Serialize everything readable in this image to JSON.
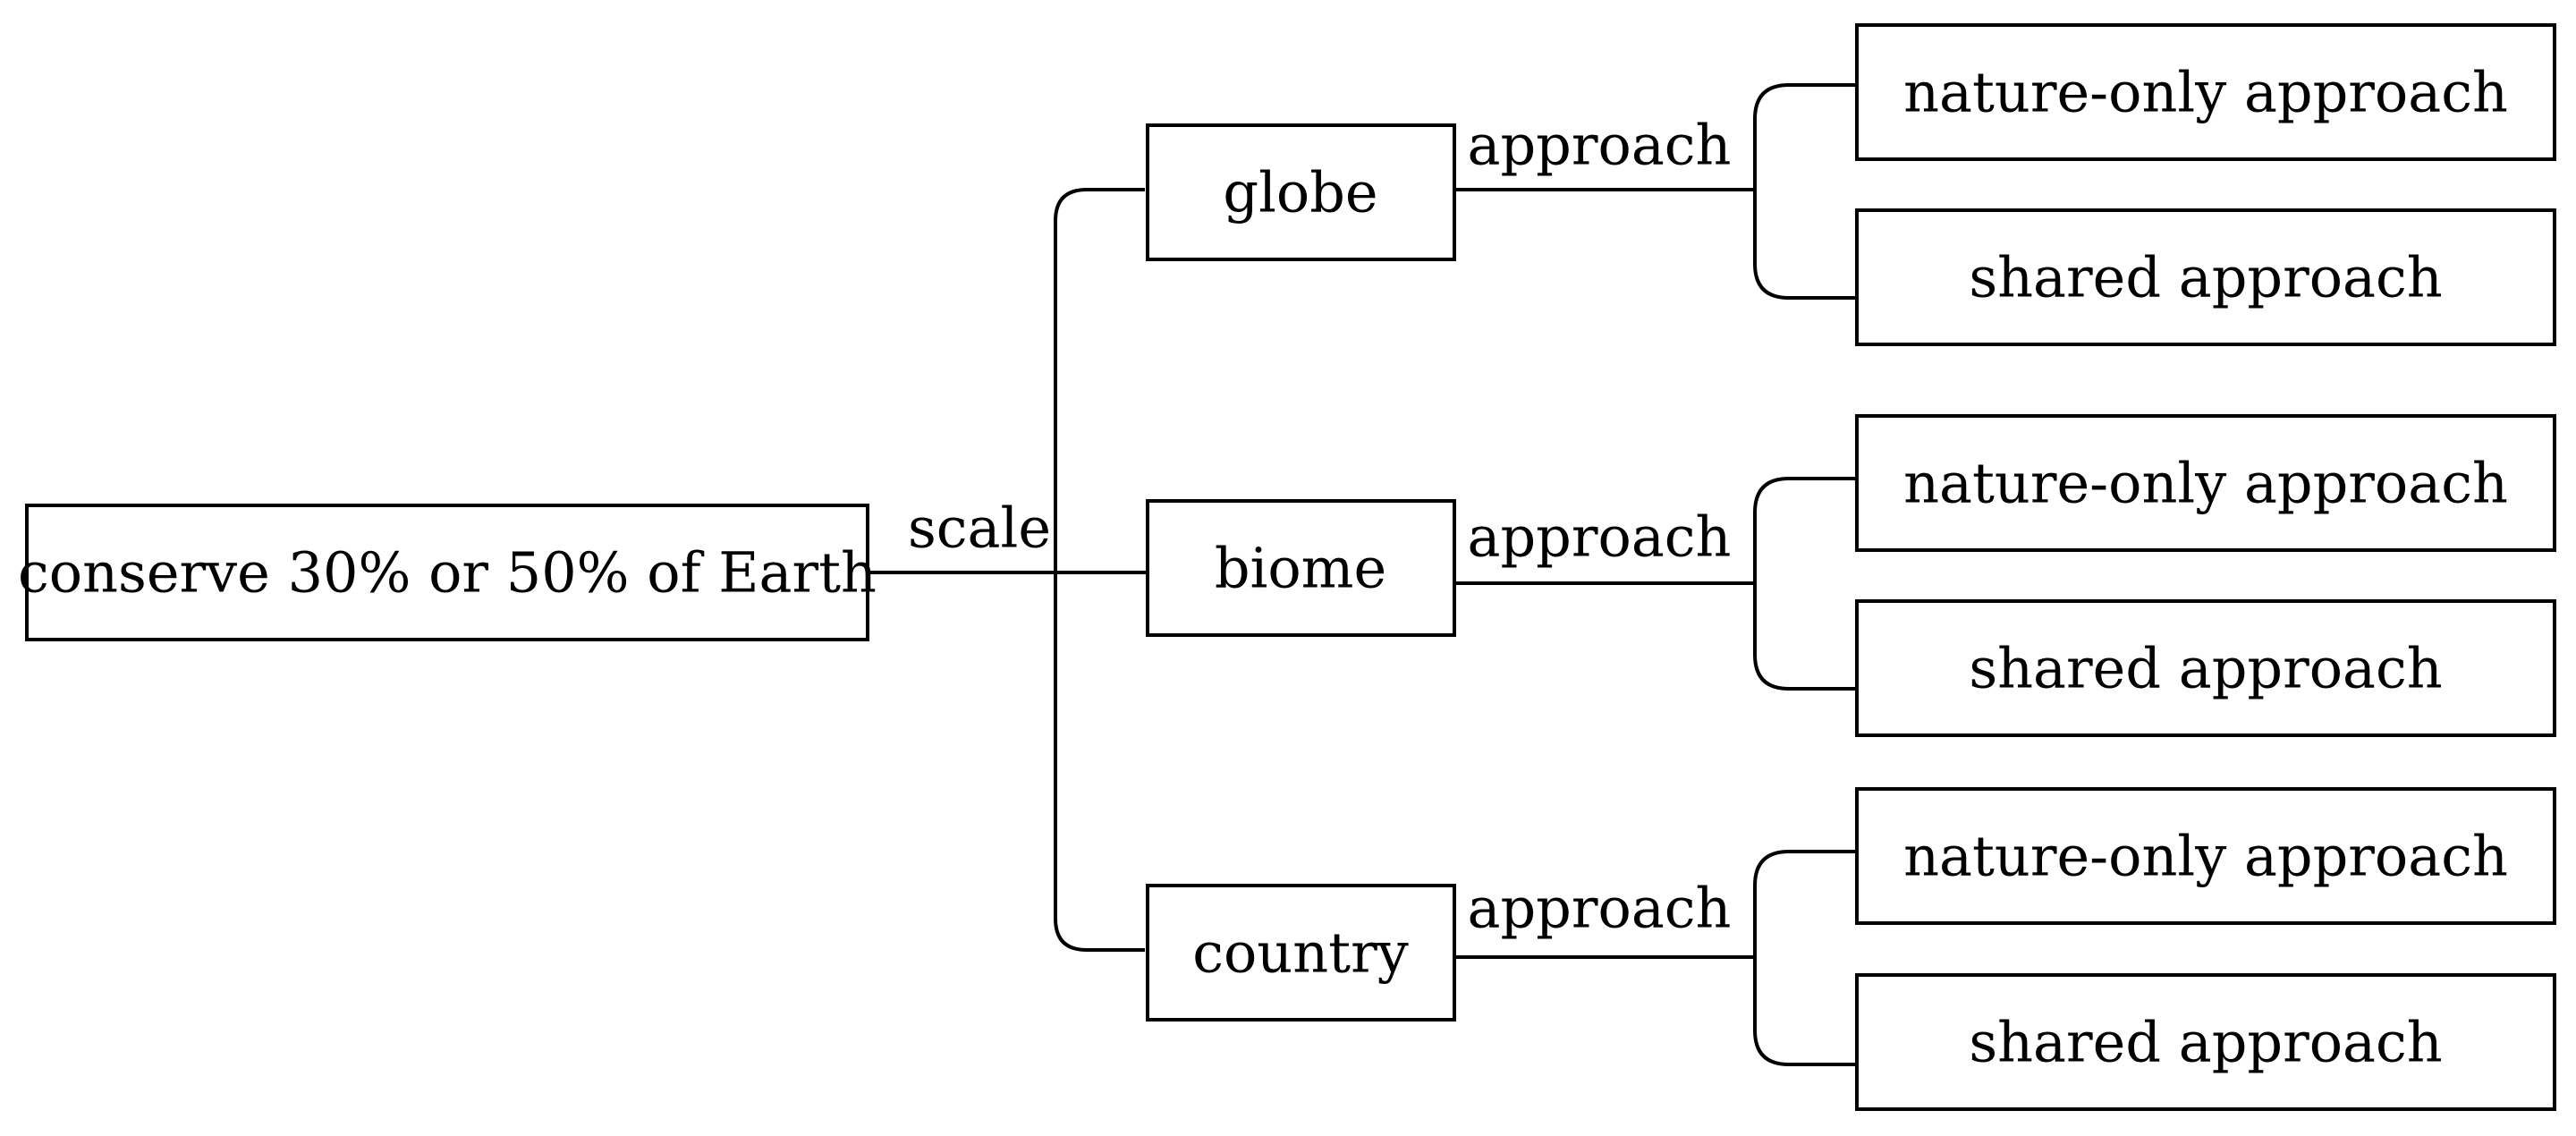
{
  "diagram": {
    "root": {
      "label": "conserve 30% or 50% of Earth"
    },
    "root_edge_label": "scale",
    "branches": [
      {
        "label": "globe",
        "edge_label": "approach",
        "children": [
          {
            "label": "nature-only approach"
          },
          {
            "label": "shared approach"
          }
        ]
      },
      {
        "label": "biome",
        "edge_label": "approach",
        "children": [
          {
            "label": "nature-only approach"
          },
          {
            "label": "shared approach"
          }
        ]
      },
      {
        "label": "country",
        "edge_label": "approach",
        "children": [
          {
            "label": "nature-only approach"
          },
          {
            "label": "shared approach"
          }
        ]
      }
    ]
  }
}
